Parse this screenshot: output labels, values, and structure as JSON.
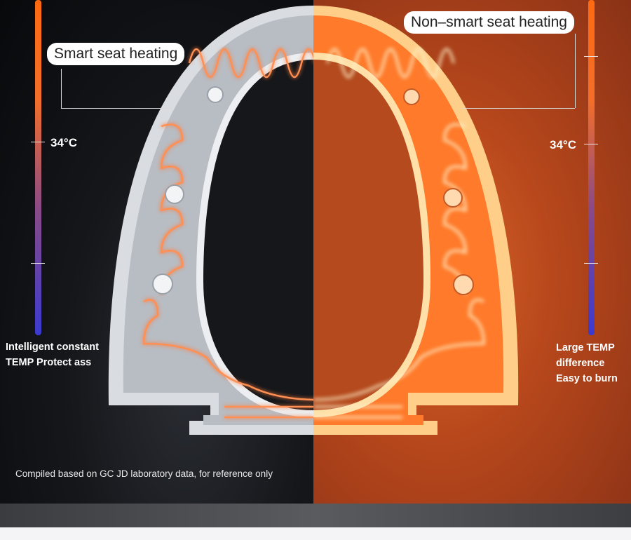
{
  "left": {
    "title": "Smart seat heating",
    "temperature": "34°C",
    "note_lines": [
      "Intelligent constant",
      "TEMP Protect ass"
    ]
  },
  "right": {
    "title": "Non–smart seat heating",
    "temperature": "34°C",
    "note_lines": [
      "Large TEMP",
      "difference",
      "Easy to burn"
    ]
  },
  "footnote": "Compiled based on GC JD laboratory data, for reference only",
  "colors": {
    "left_background": "#0c0d10",
    "right_background": "#b9481c",
    "heating_wire": "#ff7a3a",
    "hot_glow": "#ffb070",
    "seat_shell": "#e4e6ea",
    "scale_top": "#ff6a10",
    "scale_bottom": "#3a3ad0"
  }
}
